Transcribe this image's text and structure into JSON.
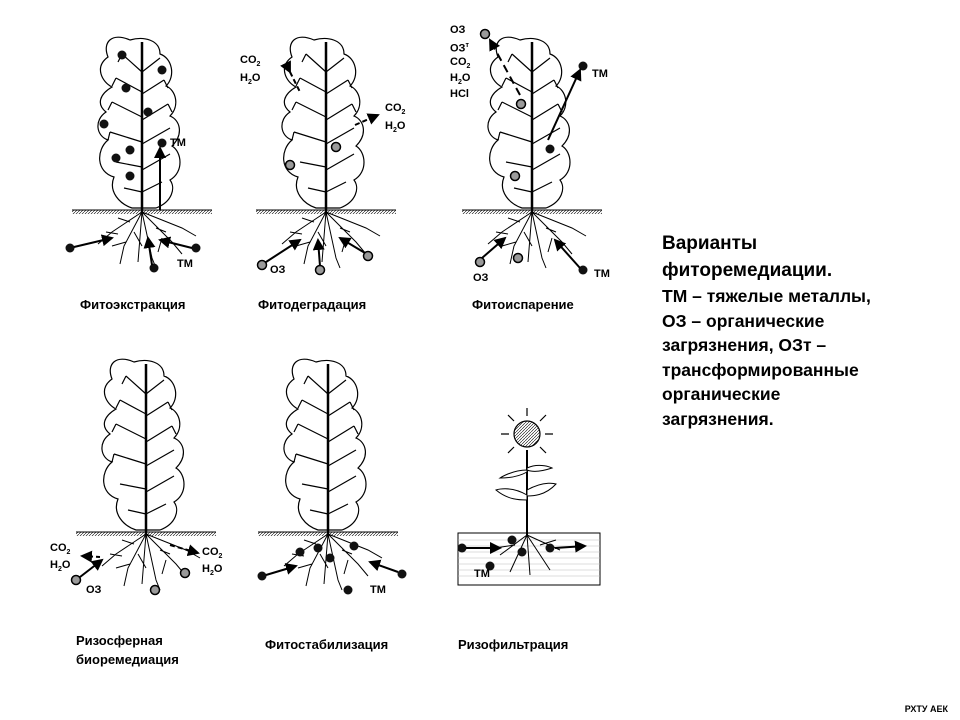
{
  "captions": {
    "phytoextraction": "Фитоэкстракция",
    "phytodegradation": "Фитодеградация",
    "phytovolatilization": "Фитоиспарение",
    "rhizo_line1": "Ризосферная",
    "rhizo_line2": "биоремедиация",
    "phytostabilization": "Фитостабилизация",
    "rhizofiltration": "Ризофильтрация"
  },
  "labels": {
    "tm": "ТМ",
    "oz": "ОЗ",
    "ozt": "ОЗт",
    "co2": "CO2",
    "h2o": "H2O",
    "hcl": "HCl"
  },
  "description": {
    "title1": "Варианты",
    "title2": "фиторемедиации.",
    "line1": "ТМ – тяжелые металлы,",
    "line2": "ОЗ – органические",
    "line3": "загрязнения, ОЗт –",
    "line4": "трансформированные",
    "line5": "органические",
    "line6": "загрязнения."
  },
  "footer": "РХТУ АЕК",
  "colors": {
    "black_dot": "#111111",
    "organic_dot": "#9a9a9a"
  }
}
